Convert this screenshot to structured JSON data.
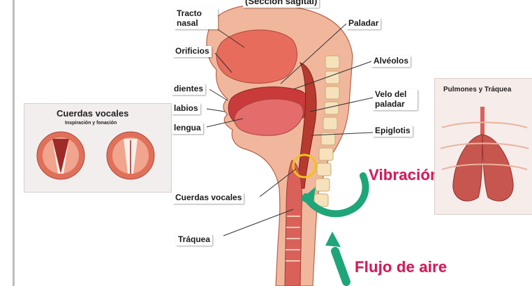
{
  "header": {
    "title_fragment": "(Sección sagital)"
  },
  "labels": {
    "tracto_nasal": "Tracto nasal",
    "orificios": "Orificios",
    "dientes": "dientes",
    "labios": "labios",
    "lengua": "lengua",
    "paladar": "Paladar",
    "alveolos": "Alvéolos",
    "velo": "Velo del paladar",
    "epiglotis": "Epiglotis",
    "cuerdas_vocales": "Cuerdas vocales",
    "traquea": "Tráquea"
  },
  "callouts": {
    "vibracion": "Vibración",
    "flujo": "Flujo de aire"
  },
  "left_panel": {
    "title": "Cuerdas vocales",
    "subtitle": "Inspiración y fonación"
  },
  "right_panel": {
    "title": "Pulmones y Tráquea"
  },
  "colors": {
    "callout_text": "#d6185b",
    "arrow": "#1fa57a",
    "tissue": "#e0705a",
    "highlight_ring": "#f2c21a"
  }
}
